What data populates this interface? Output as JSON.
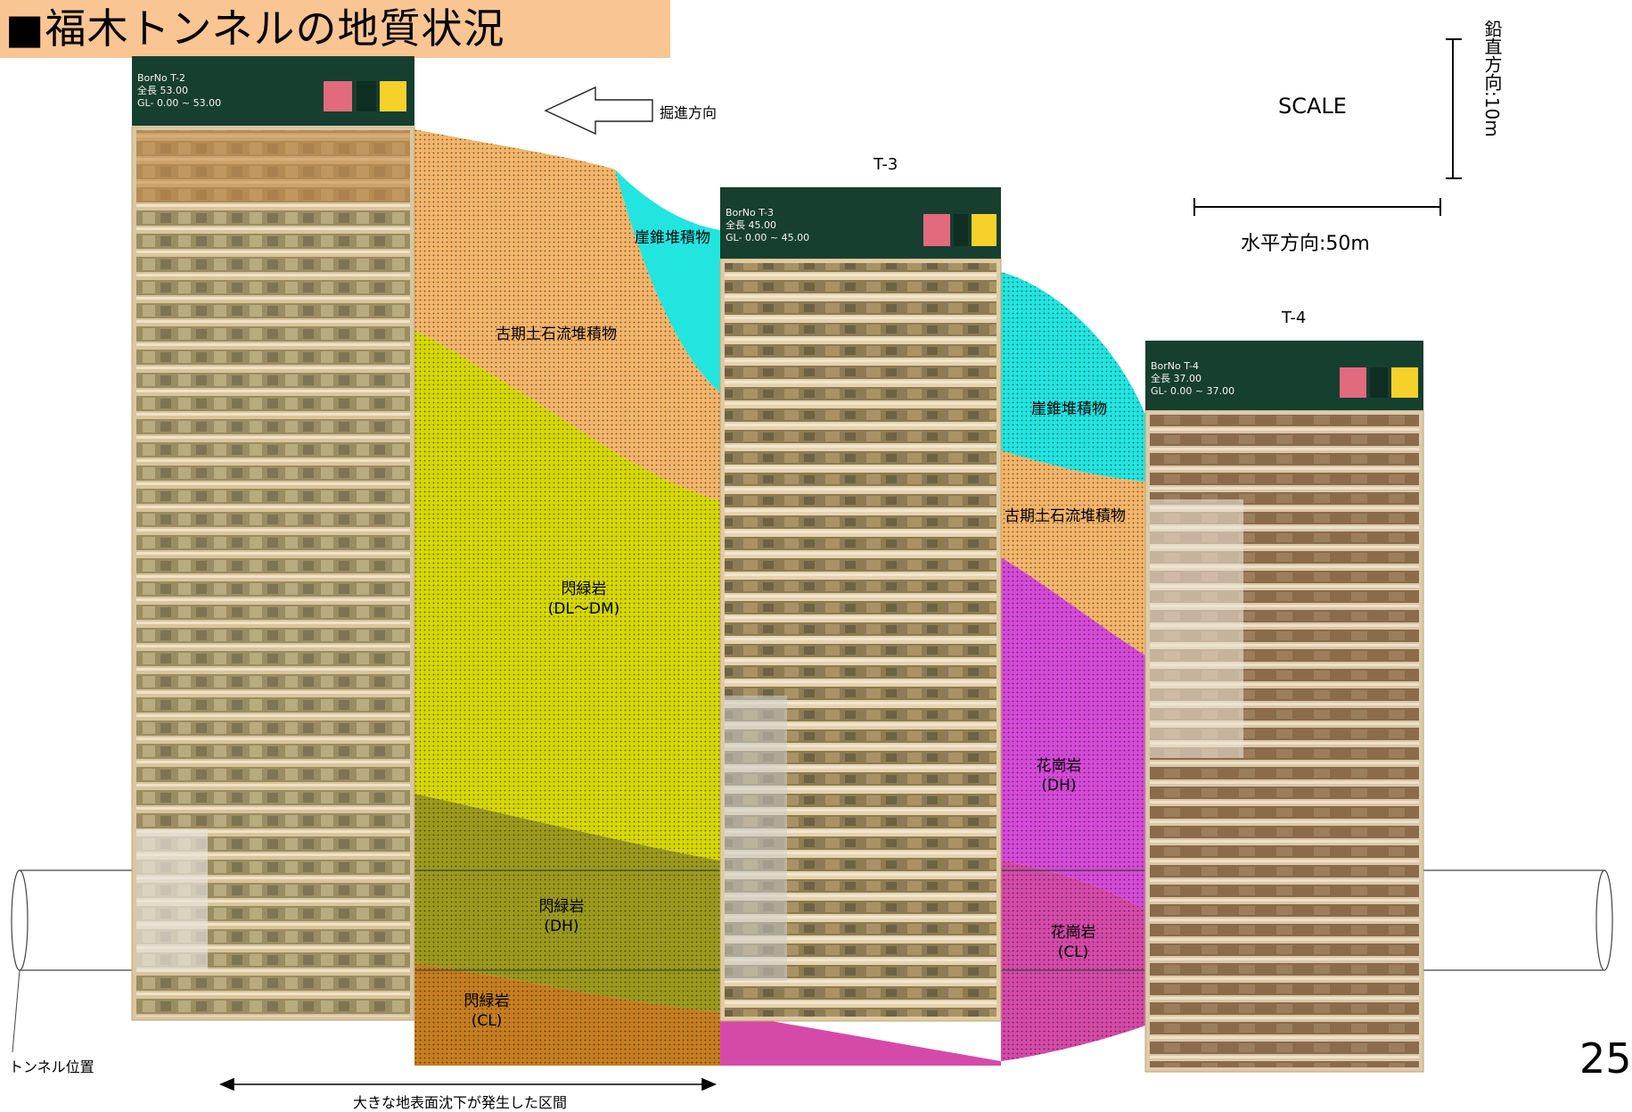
{
  "title": "■福木トンネルの地質状況",
  "direction_label": "掘進方向",
  "scale": {
    "title": "SCALE",
    "vertical": "鉛直方向:10m",
    "horizontal": "水平方向:50m"
  },
  "boreholes": [
    {
      "id": "T-2",
      "bor_no": "T-2",
      "depth": "53.00",
      "gl": "0.00 ~ 53.00"
    },
    {
      "id": "T-3",
      "label": "T-3",
      "bor_no": "T-3",
      "depth": "45.00",
      "gl": "0.00 ~ 45.00"
    },
    {
      "id": "T-4",
      "label": "T-4",
      "bor_no": "T-4",
      "depth": "37.00",
      "gl": "0.00 ~ 37.00"
    }
  ],
  "units": {
    "talus_1": "崖錐堆積物",
    "old_debris_1": "古期土石流堆積物",
    "diorite_dldm": [
      "閃緑岩",
      "(DL～DM)"
    ],
    "diorite_dh": [
      "閃緑岩",
      "(DH)"
    ],
    "diorite_cl": [
      "閃緑岩",
      "(CL)"
    ],
    "talus_2": "崖錐堆積物",
    "old_debris_2": "古期土石流堆積物",
    "granite_dh": [
      "花崗岩",
      "(DH)"
    ],
    "granite_cl": [
      "花崗岩",
      "(CL)"
    ]
  },
  "tunnel_label": "トンネル位置",
  "subsidence_label": "大きな地表面沈下が発生した区間",
  "page_number": "25",
  "colors": {
    "title_bg": "#f9c593",
    "debris": "#f3b56a",
    "talus": "#22e5e0",
    "diorite_dldm": "#d6d800",
    "diorite_dh": "#9c9a1c",
    "diorite_cl": "#c67e1f",
    "granite_dh": "#d54ad8",
    "granite_cl": "#d54aa8",
    "board": "#163f30"
  }
}
